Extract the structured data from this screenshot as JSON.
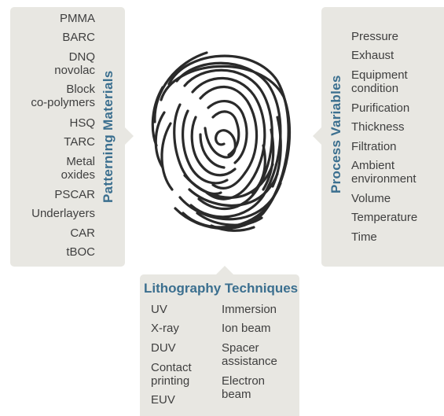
{
  "patterning_materials": {
    "heading": "Patterning Materials",
    "items": [
      "PMMA",
      "BARC",
      "DNQ\nnovolac",
      "Block\nco-polymers",
      "HSQ",
      "TARC",
      "Metal\noxides",
      "PSCAR",
      "Underlayers",
      "CAR",
      "tBOC"
    ]
  },
  "process_variables": {
    "heading": "Process Variables",
    "items": [
      "Pressure",
      "Exhaust",
      "Equipment\ncondition",
      "Purification",
      "Thickness",
      "Filtration",
      "Ambient\nenvironment",
      "Volume",
      "Temperature",
      "Time"
    ]
  },
  "lithography_techniques": {
    "heading": "Lithography Techniques",
    "left_column": [
      "UV",
      "X-ray",
      "DUV",
      "Contact\nprinting",
      "EUV"
    ],
    "right_column": [
      "Immersion",
      "Ion beam",
      "Spacer\nassistance",
      "Electron\nbeam"
    ]
  },
  "colors": {
    "panel": "#e8e7e2",
    "heading": "#3b6f8f",
    "text": "#3f3f3f",
    "fingerprint": "#2a2a2a"
  },
  "icons": [
    "fingerprint-icon"
  ]
}
